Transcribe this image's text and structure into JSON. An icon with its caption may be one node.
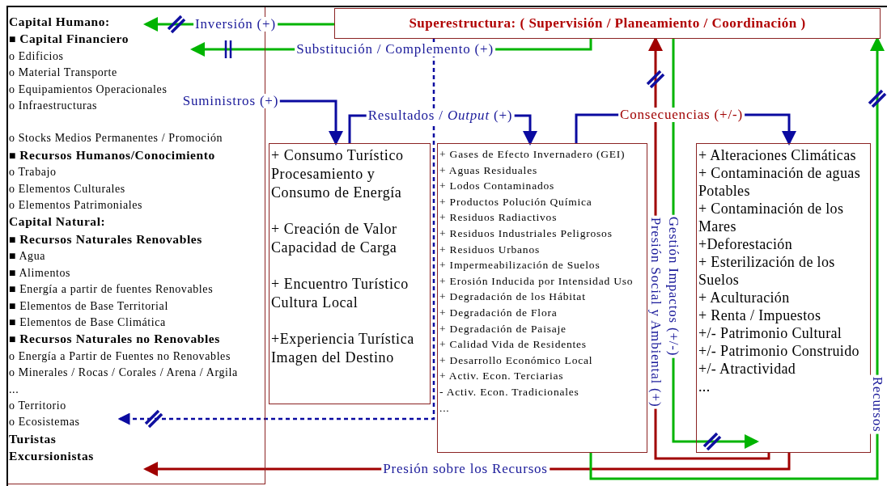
{
  "diagram": {
    "nodes": [
      {
        "text": [
          "**Capital Humano:**",
          "■ **Capital Financiero**",
          "o Edificios",
          "o Material Transporte",
          "o Equipamientos Operacionales",
          "o Infraestructuras",
          "o Stocks Medios Permanentes / Promoción",
          "■ **Recursos Humanos/Conocimiento**",
          "o Trabajo",
          "o Elementos Culturales",
          "o Elementos Patrimoniales",
          "**Capital Natural:**",
          "■ **Recursos Naturales Renovables**",
          "■ Agua",
          "■ Alimentos",
          "■ Energía a partir de fuentes Renovables",
          "■ Elementos de Base Territorial",
          "■ Elementos de Base Climática",
          "■ **Recursos Naturales no Renovables**",
          "o Energía a Partir de Fuentes no Renovables",
          "o Minerales / Rocas / Corales / Arena / Argila",
          "...",
          "o Territorio",
          "o Ecosistemas",
          "**Turistas**",
          "**Excursionistas**"
        ]
      },
      {
        "text": [
          "Superestructura: ( Supervisión / Planeamiento / Coordinación )"
        ]
      },
      {
        "text": [
          "+ Consumo Turístico Procesamiento y Consumo de Energía",
          "+ Creación de Valor Capacidad de Carga",
          "+ Encuentro Turístico Cultura Local",
          "+Experiencia Turística Imagen del Destino"
        ]
      },
      {
        "text": [
          "+ Gases de Efecto Invernadero (GEI)",
          "+ Aguas Residuales",
          "+ Lodos Contaminados",
          "+ Productos Polución Química",
          "+ Residuos Radiactivos",
          "+ Residuos Industriales Peligrosos",
          "+ Residuos Urbanos",
          "+ Impermeabilización de Suelos",
          "+ Erosión Inducida por Intensidad Uso",
          "+ Degradación de los Hábitat",
          "+ Degradación de Flora",
          "+ Degradación de Paisaje",
          "+ Calidad Vida de Residentes",
          "+ Desarrollo Económico Local",
          "+ Activ. Econ. Terciarias",
          "- Activ. Econ. Tradicionales",
          "..."
        ]
      },
      {
        "text": [
          "+ Alteraciones Climáticas",
          "+ Contaminación de aguas Potables",
          "+ Contaminación de los Mares",
          "+Deforestación",
          "+ Esterilización de los Suelos",
          "+ Aculturación",
          "+ Renta / Impuestos",
          "+/- Patrimonio Cultural",
          "+/- Patrimonio Construido",
          "+/- Atractividad",
          "..."
        ]
      }
    ],
    "edges": [
      {
        "from": 1,
        "to": 0,
        "arrow": "to",
        "label": "Inversión (+)",
        "color": "#00b400"
      },
      {
        "from": 1,
        "to": 0,
        "arrow": "to",
        "label": "Substitución / Complemento (+)",
        "color": "#00b400"
      },
      {
        "from": 0,
        "to": 2,
        "arrow": "to",
        "label": "Suministros (+)",
        "color": "#0a0aa0"
      },
      {
        "from": 2,
        "to": 3,
        "arrow": "to",
        "label": "Resultados / *Output* (+)",
        "color": "#0a0aa0"
      },
      {
        "from": 3,
        "to": 4,
        "arrow": "to",
        "label": "Consecuencias (+/-)",
        "color": "#0a0aa0"
      },
      {
        "from": 4,
        "to": 1,
        "arrow": "to",
        "label": "Presión Social y Ambiental (+)",
        "color": "#a00000"
      },
      {
        "from": 1,
        "to": 4,
        "arrow": "to",
        "label": "Gestión Impactos (+/-)",
        "color": "#00b400"
      },
      {
        "from": 4,
        "to": 0,
        "arrow": "to",
        "label": "Presión sobre los Recursos",
        "color": "#a00000"
      },
      {
        "from": 3,
        "to": 1,
        "arrow": "to",
        "label": "Recursos",
        "color": "#00b400"
      },
      {
        "from": 1,
        "to": 0,
        "arrow": "to",
        "style": "dashed",
        "color": "#0a0aa0"
      }
    ]
  }
}
